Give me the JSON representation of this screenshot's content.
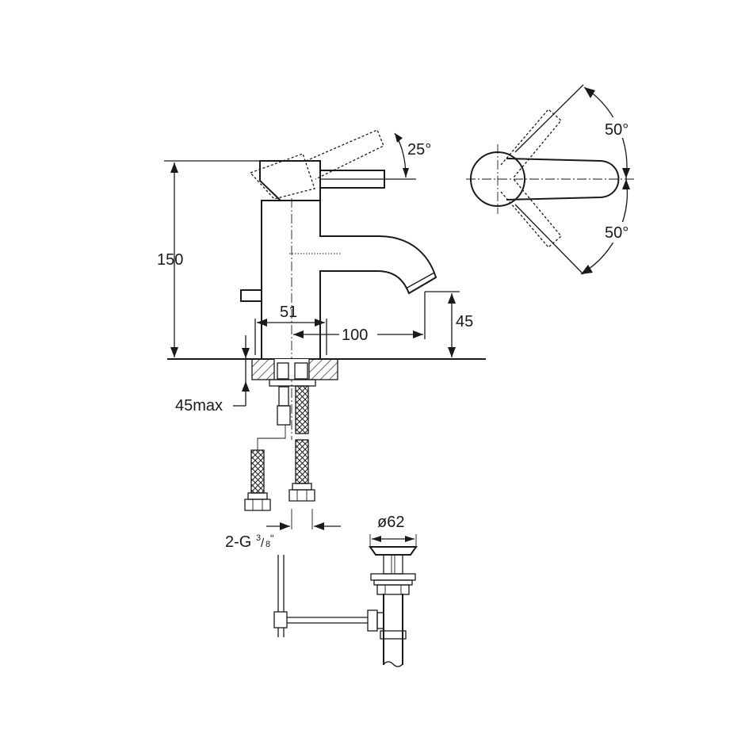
{
  "dimensions": {
    "height_total": "150",
    "spout_height": "45",
    "body_width": "51",
    "spout_reach": "100",
    "lever_tilt": "25°",
    "rotation_left": "50°",
    "rotation_right": "50°",
    "mount_thickness": "45max",
    "connection_prefix": "2-G",
    "connection_num": "3",
    "connection_sep": "/",
    "connection_den": "8",
    "connection_suffix": "“",
    "waste_diameter": "ø62"
  }
}
